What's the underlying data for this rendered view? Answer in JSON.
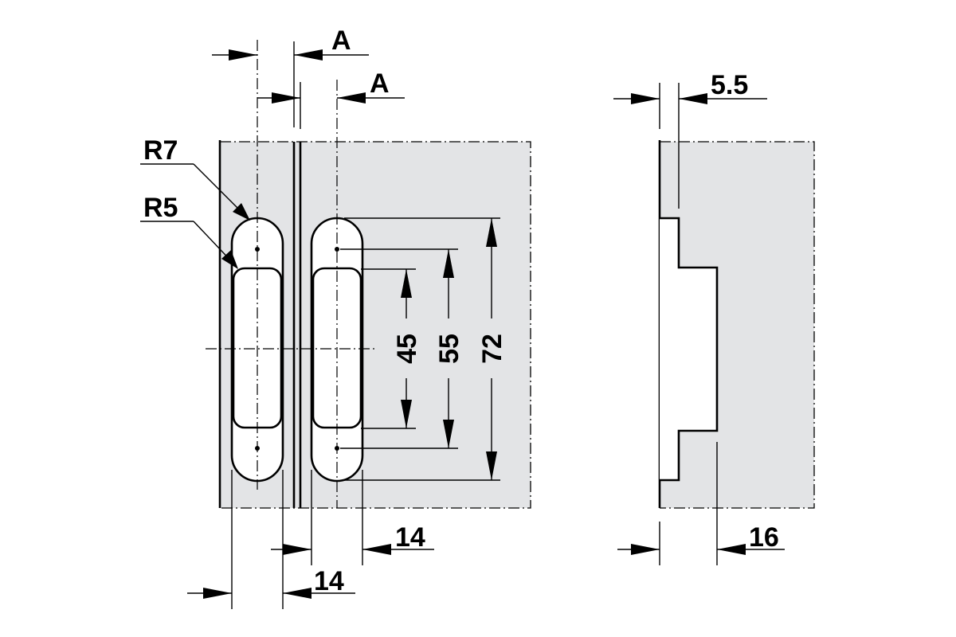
{
  "labels": {
    "radius_outer": "R7",
    "radius_inner": "R5",
    "offset_a_top": "A",
    "offset_a_second": "A",
    "length_45": "45",
    "length_55": "55",
    "length_72": "72",
    "width_14_right": "14",
    "width_14_left": "14",
    "depth_5_5": "5.5",
    "depth_16": "16"
  },
  "colors": {
    "plate": "#e3e4e6",
    "line": "#000000",
    "background": "#ffffff"
  }
}
